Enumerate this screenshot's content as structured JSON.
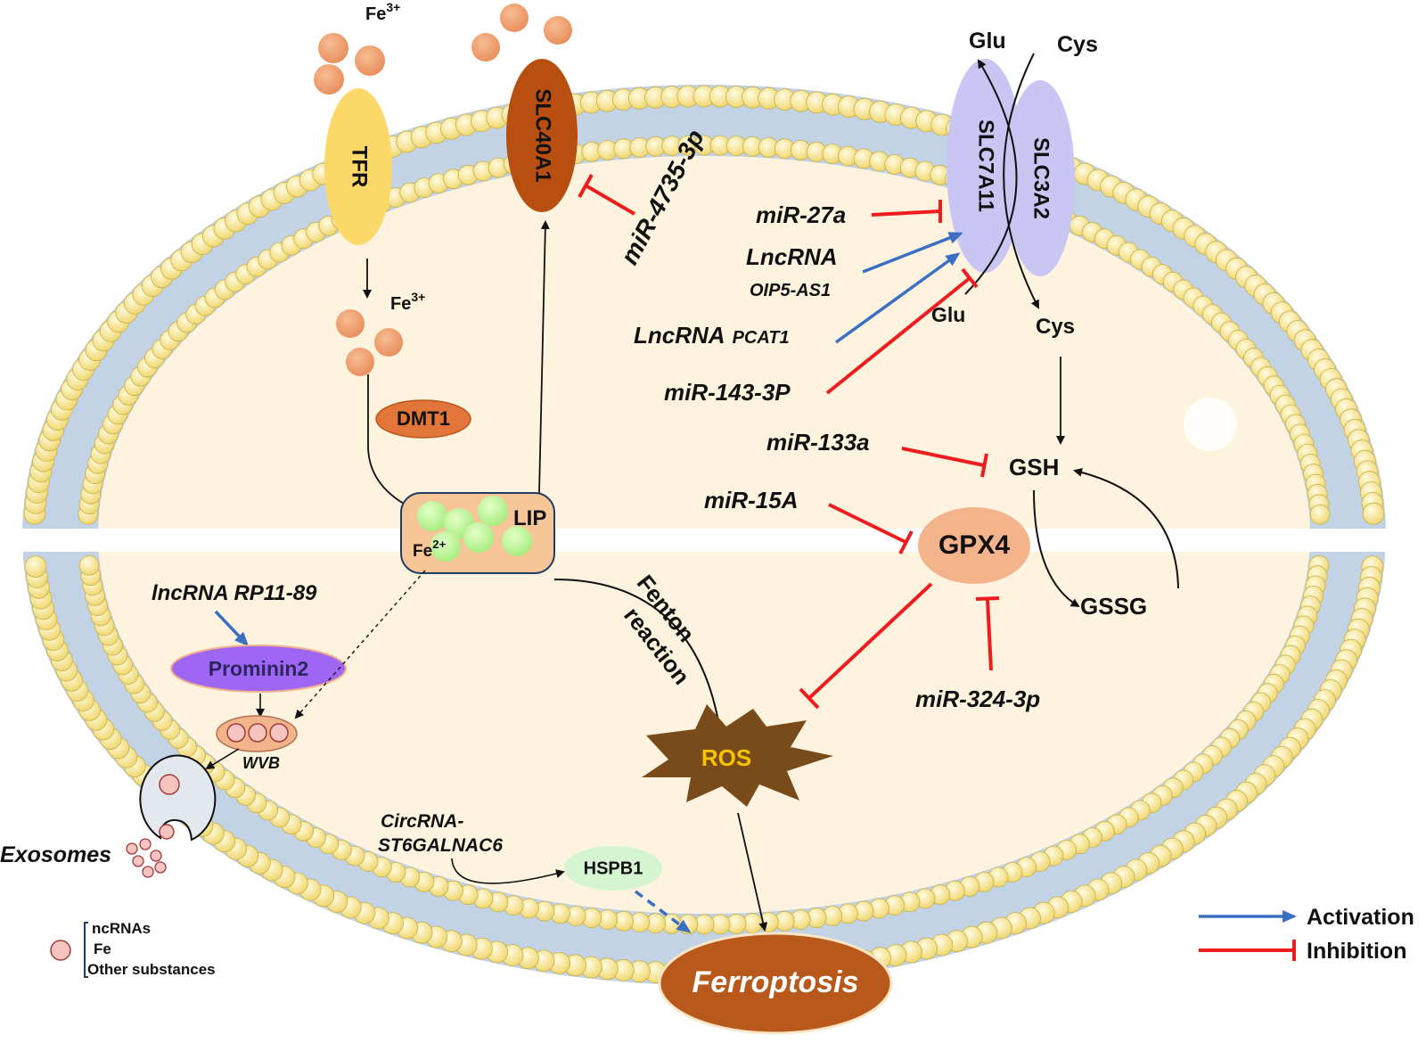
{
  "membrane_proteins": {
    "tfr": "TFR",
    "slc40a1": "SLC40A1",
    "slc7a11": "SLC7A11",
    "slc3a2": "SLC3A2"
  },
  "ions": {
    "fe3_outside": "Fe3+",
    "fe3_inside": "Fe3+",
    "fe2_pool": "Fe2+"
  },
  "metabolites": {
    "glu_out": "Glu",
    "cys_out": "Cys",
    "glu_in": "Glu",
    "cys_in": "Cys",
    "gsh": "GSH",
    "gssg": "GSSG"
  },
  "nodes": {
    "dmt1": "DMT1",
    "lip": "LIP",
    "gpx4": "GPX4",
    "ros": "ROS",
    "ferroptosis": "Ferroptosis",
    "prominin2": "Prominin2",
    "wvb": "WVB",
    "exosomes": "Exosomes",
    "hspb1": "HSPB1"
  },
  "regulators": {
    "mir4735": "miR-4735-3p",
    "mir27a": "miR-27a",
    "lncrna_oip5_line1": "LncRNA",
    "lncrna_oip5_line2": "OIP5-AS1",
    "lncrna_pcat1_a": "LncRNA",
    "lncrna_pcat1_b": "PCAT1",
    "mir143": "miR-143-3P",
    "mir133a": "miR-133a",
    "mir15a": "miR-15A",
    "mir324": "miR-324-3p",
    "lncrna_rp11": "lncRNA RP11-89",
    "circrna_line1": "CircRNA-",
    "circrna_line2": "ST6GALNAC6"
  },
  "process": {
    "fenton_line1": "Fenton",
    "fenton_line2": "reaction"
  },
  "legend": {
    "activation": "Activation",
    "inhibition": "Inhibition",
    "exo_item1": "ncRNAs",
    "exo_item2": "Fe",
    "exo_item3": "Other substances"
  },
  "colors": {
    "activation": "#3a6fc4",
    "inhibition": "#ee1c1c",
    "cytoplasm": "#fdf3df",
    "bilayer": "#c3d3e6",
    "phospholipid_head": "#f5e08a",
    "iron": "#f0a070",
    "slc40a1": "#b84f10",
    "transporter": "#c9c6f4",
    "tfr": "#fcd868",
    "ros": "#7a4b1a",
    "ros_text": "#f5c400",
    "ferroptosis": "#b8581a",
    "gpx4": "#f3b48c",
    "prominin2": "#9e66f2",
    "hspb1": "#d4f5d0"
  }
}
